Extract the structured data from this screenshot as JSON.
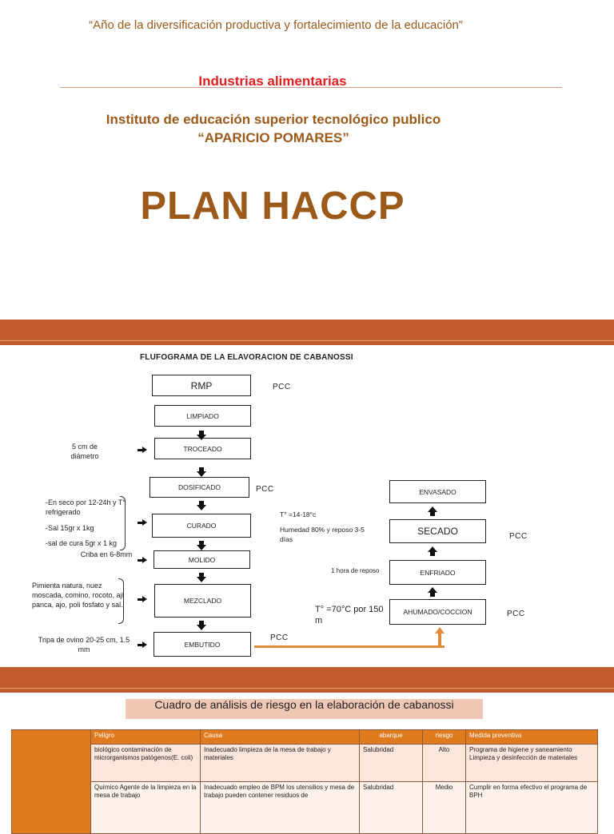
{
  "header": {
    "motto": "“Año de la diversificación  productiva y fortalecimiento de la educación”",
    "subject": "Industrias alimentarias",
    "institute_line1": "Instituto de educación superior tecnológico publico",
    "institute_line2": "“APARICIO POMARES”",
    "plan_title": "PLAN HACCP"
  },
  "flow": {
    "title": "FLUFOGRAMA DE LA ELAVORACION DE CABANOSSI",
    "steps": {
      "rmp": "RMP",
      "limpiado": "LIMPIADO",
      "troceado": "TROCEADO",
      "dosificado": "DOSIFICADO",
      "curado": "CURADO",
      "molido": "MOLIDO",
      "mezclado": "MEZCLADO",
      "embutido": "EMBUTIDO",
      "ahumado": "AHUMADO/COCCION",
      "enfriado": "ENFRIADO",
      "secado": "SECADO",
      "envasado": "ENVASADO"
    },
    "pcc": "PCC",
    "notes": {
      "diametro": "5 cm de diámetro",
      "curado_1": "-En seco por 12-24h y T° refrigerado",
      "curado_2": "-Sal 15gr x 1kg",
      "curado_3": "-sal de cura 5gr x 1 kg",
      "criba": "Criba en 6-8mm",
      "mezcla": "Pimienta natura, nuez moscada, comino, rocoto, ají panca, ajo, poli fosfato y sal.",
      "tripa": "Tripa de ovino 20-25 cm, 1.5 mm",
      "coccion": "T° =70°C por 150 m",
      "reposo": "1 hora de reposo",
      "secado_temp": "T° =14-18°c",
      "secado_hum": "Humedad 80% y reposo 3-5 días"
    }
  },
  "risk": {
    "title": "Cuadro de análisis de riesgo en la elaboración de cabanossi",
    "headers": [
      "Peligro",
      "Causa",
      "abarque",
      "riesgo",
      "Medida preventiva"
    ],
    "rows": [
      {
        "peligro": "biológico contaminación de microrganismos patógenos(E. coli)",
        "causa": "Inadecuado limpieza de la mesa de trabajo  y materiales",
        "abarque": "Salubridad",
        "riesgo": "Alto",
        "medida": "Programa de higiene y saneamiento Limpieza y desinfección de materiales"
      },
      {
        "peligro": "Químico Agente de la limpieza en la mesa de trabajo",
        "causa": "Inadecuado empleo de BPM  los  utensilios y mesa de trabajo pueden contener residuos de",
        "abarque": "Salubridad",
        "riesgo": "Medio",
        "medida": "Cumplir en forma efectivo el programa de BPH"
      }
    ]
  },
  "colors": {
    "title_brown": "#9c5a1a",
    "subject_red": "#e01e1e",
    "band": "#bf5b2c",
    "table_header": "#e07a1f"
  }
}
